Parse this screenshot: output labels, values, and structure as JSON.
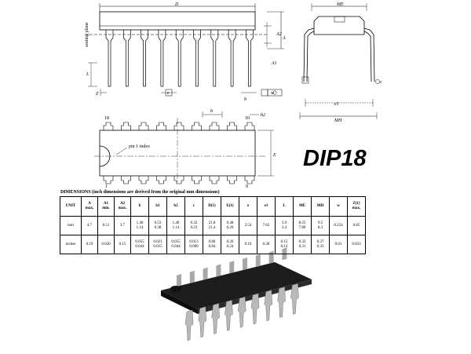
{
  "title": "DIP18",
  "labels": {
    "seating_plane": "seating plane",
    "pin1_index": "pin 1 index",
    "dim_D": "D",
    "dim_ME": "ME",
    "dim_MH": "MH",
    "dim_e1": "e1",
    "dim_A": "A",
    "dim_A1": "A1",
    "dim_A2": "A2",
    "dim_L": "L",
    "dim_Z": "Z",
    "dim_e": "e",
    "dim_w": "w",
    "dim_b": "b",
    "dim_b1": "b1",
    "dim_b2": "b2",
    "dim_c": "c",
    "dim_E": "E",
    "pin_18": "18",
    "pin_10": "10",
    "pin_1": "1",
    "pin_9": "9"
  },
  "dimensions_heading": "DIMENSIONS (inch dimensions are derived from the original mm dimensions)",
  "table": {
    "headers": [
      {
        "main": "UNIT",
        "sub": ""
      },
      {
        "main": "A",
        "sub": "max."
      },
      {
        "main": "A1",
        "sub": "min."
      },
      {
        "main": "A2",
        "sub": "max."
      },
      {
        "main": "b",
        "sub": ""
      },
      {
        "main": "b1",
        "sub": ""
      },
      {
        "main": "b2",
        "sub": ""
      },
      {
        "main": "c",
        "sub": ""
      },
      {
        "main": "D(1)",
        "sub": ""
      },
      {
        "main": "E(1)",
        "sub": ""
      },
      {
        "main": "e",
        "sub": ""
      },
      {
        "main": "e1",
        "sub": ""
      },
      {
        "main": "L",
        "sub": ""
      },
      {
        "main": "ME",
        "sub": ""
      },
      {
        "main": "MH",
        "sub": ""
      },
      {
        "main": "w",
        "sub": ""
      },
      {
        "main": "Z(1)",
        "sub": "max."
      }
    ],
    "rows": [
      {
        "unit": "mm",
        "cells": [
          [
            "4.7"
          ],
          [
            "0.51"
          ],
          [
            "3.7"
          ],
          [
            "1.40",
            "1.14"
          ],
          [
            "0.53",
            "0.38"
          ],
          [
            "1.40",
            "1.14"
          ],
          [
            "0.32",
            "0.23"
          ],
          [
            "21.8",
            "21.4"
          ],
          [
            "6.48",
            "6.20"
          ],
          [
            "2.54"
          ],
          [
            "7.62"
          ],
          [
            "3.9",
            "3.4"
          ],
          [
            "8.25",
            "7.80"
          ],
          [
            "9.5",
            "8.3"
          ],
          [
            "0.254"
          ],
          [
            "0.85"
          ]
        ]
      },
      {
        "unit": "inches",
        "cells": [
          [
            "0.19"
          ],
          [
            "0.020"
          ],
          [
            "0.15"
          ],
          [
            "0.055",
            "0.044"
          ],
          [
            "0.021",
            "0.015"
          ],
          [
            "0.055",
            "0.044"
          ],
          [
            "0.013",
            "0.009"
          ],
          [
            "0.86",
            "0.84"
          ],
          [
            "0.26",
            "0.24"
          ],
          [
            "0.10"
          ],
          [
            "0.30"
          ],
          [
            "0.15",
            "0.13"
          ],
          [
            "0.32",
            "0.31"
          ],
          [
            "0.37",
            "0.33"
          ],
          [
            "0.01"
          ],
          [
            "0.033"
          ]
        ]
      }
    ]
  }
}
